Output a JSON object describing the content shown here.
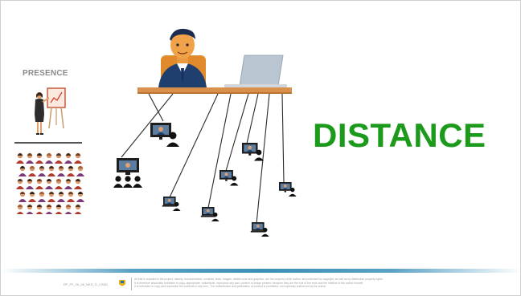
{
  "slide": {
    "presence_label": "PRESENCE",
    "distance_label": "DISTANCE"
  },
  "colors": {
    "distance_green": "#1c9a1c",
    "desk": "#d9904a",
    "suit": "#1f3f6e",
    "skin": "#e89a3c",
    "device_dark": "#222222",
    "footer_band": "#3b8fb6"
  },
  "icons": [
    "presenter-illustration-icon",
    "audience-grid-icon",
    "teacher-at-desk-icon",
    "laptop-icon",
    "remote-device-icon"
  ],
  "footer": {
    "code": "RF_FF_26_06_NEG_D_CSM1",
    "legal_lines": [
      "All that is reported in the project, namely, documentation, contents, texts, images, details work and graphics, are the property of the author, are protected by copyright, as well as by intellectual property rights",
      "It is therefore absolutely forbidden to copy, appropriate, redistribute, reproduce any part, content or image present, because they are the fruit of the work and the intellect of the author himself.",
      "It is forbidden to copy and reproduce the contents in any form.     The redistribution and publication of content is prohibited, not expressly authorized by the author."
    ]
  }
}
